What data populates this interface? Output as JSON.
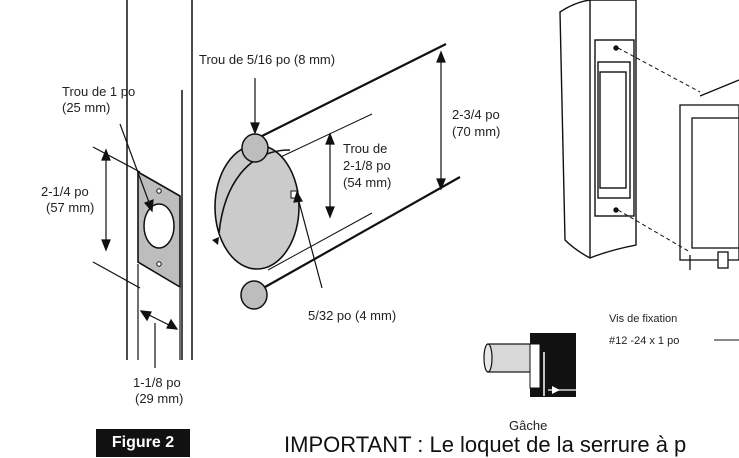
{
  "labels": {
    "hole_5_16": "Trou de 5/16 po (8 mm)",
    "hole_1_line1": "Trou de 1 po",
    "hole_1_line2": "(25 mm)",
    "dim_2_1_4_line1": "2-1/4 po",
    "dim_2_1_4_line2": "(57 mm)",
    "hole_2_1_8_line1": "Trou de",
    "hole_2_1_8_line2": "2-1/8 po",
    "hole_2_1_8_line3": "(54 mm)",
    "dim_2_3_4_line1": "2-3/4 po",
    "dim_2_3_4_line2": "(70 mm)",
    "dim_5_32": "5/32 po (4 mm)",
    "dim_1_1_8_line1": "1-1/8 po",
    "dim_1_1_8_line2": "(29 mm)",
    "screws_line1": "Vis de fixation",
    "screws_line2": "#12 -24 x 1 po",
    "strike": "Gâche"
  },
  "figure_label": "Figure 2",
  "important_text": "IMPORTANT : Le loquet de la serrure à p"
}
